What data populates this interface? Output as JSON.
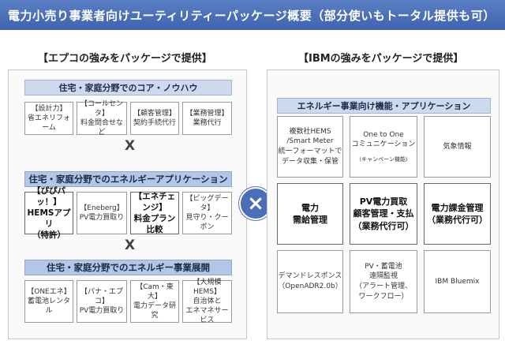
{
  "title": "電力小売り事業者向けユーティリティーパッケージ概要（部分使いもトータル提供も可）",
  "left": {
    "heading": "【エプコの強みをパッケージで提供】",
    "band1": "住宅・家庭分野でのコア・ノウハウ",
    "row1": [
      "【設計力】\n省エネリフォーム",
      "【コールセンタ】\n料金問合せなど",
      "【顧客管理】\n契約手続代行",
      "【業務管理】\n業務代行"
    ],
    "x1": "X",
    "band2": "住宅・家庭分野でのエネルギーアプリケーション",
    "row2": [
      "【ぴぴパッ！】\nHEMSアプリ\n（特許）",
      "【Eneberg】\nPV電力買取り",
      "【エネチェンジ】\n料金プラン\n比較",
      "【ビッグデータ】\n見守り・クーポン"
    ],
    "x2": "X",
    "band3": "住宅・家庭分野でのエネルギー事業展開",
    "row3": [
      "【ONEエネ】\n蓄電池レンタル",
      "【パナ・エプコ】\nPV電力買取り",
      "【Cam・東大】\n電力データ研究",
      "【大規模HEMS】\n自治体と\nエネマネサービス"
    ]
  },
  "right": {
    "heading": "【IBMの強みをパッケージで提供】",
    "band": "エネルギー事業向け機能・アプリケーション",
    "cells": [
      "複数社HEMS\n/Smart Meter\n統一フォーマットで\nデータ収集・保管",
      "One to One\nコミュニケーション",
      "気象情報",
      "電力\n需給管理",
      "PV電力買取\n顧客管理・支払\n（業務代行可）",
      "電力課金管理\n（業務代行可）",
      "デマンドレスポンス\n（OpenADR2.0b）",
      "PV・蓄電池\n遠隔監視\n（アラート管理、\nワークフロー）",
      "IBM Bluemix"
    ],
    "cell2_sub": "（キャンペーン機能）"
  },
  "center_mark": "×",
  "colors": {
    "title_bg": "#4a6fb8",
    "band_light": "#cfd9ee",
    "band_mid": "#b4c6e7",
    "circle": "#4a6fb8"
  }
}
